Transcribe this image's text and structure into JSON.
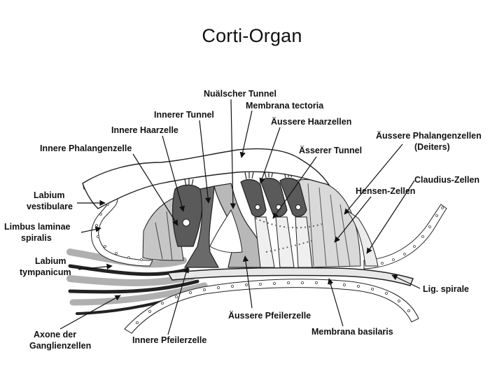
{
  "title": "Corti-Organ",
  "labels": {
    "nualscher_tunnel": "Nuälscher Tunnel",
    "membrana_tectoria": "Membrana tectoria",
    "innerer_tunnel": "Innerer Tunnel",
    "aeussere_haarzellen": "Äussere Haarzellen",
    "innere_haarzelle": "Innere Haarzelle",
    "aeussere_phalangenzellen_1": "Äussere Phalangenzellen",
    "aeussere_phalangenzellen_2": "(Deiters)",
    "innere_phalangenzelle": "Innere Phalangenzelle",
    "aesserer_tunnel": "Ässerer Tunnel",
    "claudius_zellen": "Claudius-Zellen",
    "hensen_zellen": "Hensen-Zellen",
    "labium_vestibulare_1": "Labium",
    "labium_vestibulare_2": "vestibulare",
    "limbus_laminae_1": "Limbus laminae",
    "limbus_laminae_2": "spiralis",
    "labium_tympanicum_1": "Labium",
    "labium_tympanicum_2": "tympanicum",
    "lig_spirale": "Lig. spirale",
    "aeussere_pfeilerzelle": "Äussere Pfeilerzelle",
    "axone_1": "Axone der",
    "axone_2": "Ganglienzellen",
    "innere_pfeilerzelle": "Innere Pfeilerzelle",
    "membrana_basilaris": "Membrana basilaris"
  },
  "colors": {
    "dark_cell": "#5a5a5a",
    "medium_cell": "#9a9a9a",
    "light_cell": "#d2d2d2",
    "outline": "#222222",
    "background": "#ffffff"
  }
}
